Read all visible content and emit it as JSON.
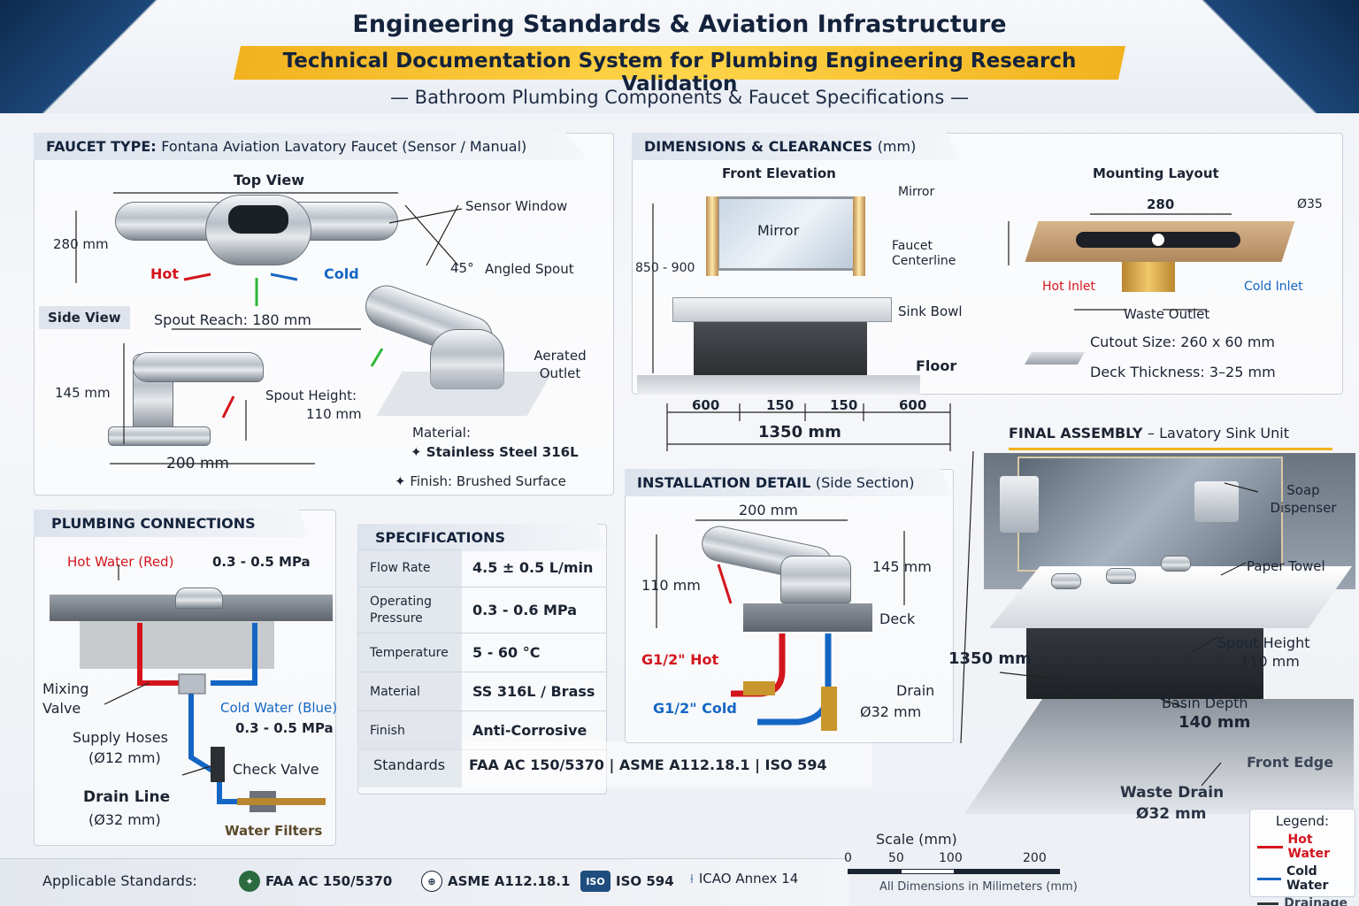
{
  "header": {
    "title": "Engineering Standards & Aviation Infrastructure",
    "subtitle": "Technical Documentation System for Plumbing Engineering Research Validation",
    "tagline": "— Bathroom Plumbing Components & Faucet Specifications —"
  },
  "faucet_panel": {
    "title_bold": "FAUCET TYPE:",
    "title_thin": "Fontana Aviation Lavatory Faucet (Sensor / Manual)",
    "top_view": "Top View",
    "sensor_window": "Sensor Window",
    "width_280": "280 mm",
    "hot": "Hot",
    "cold": "Cold",
    "angle": "45°",
    "angled_spout": "Angled Spout",
    "side_view": "Side View",
    "spout_reach": "Spout Reach: 180 mm",
    "height_145": "145 mm",
    "spout_height_label": "Spout Height:",
    "spout_height_value": "110 mm",
    "base_200": "200 mm",
    "aerated_outlet": "Aerated Outlet",
    "material_title": "Material:",
    "material_value": "Stainless Steel 316L",
    "finish": "Finish: Brushed Surface"
  },
  "dimensions_panel": {
    "title_bold": "DIMENSIONS & CLEARANCES",
    "title_thin": "(mm)",
    "front_elevation": "Front Elevation",
    "mirror_callout": "Mirror",
    "mirror_inside": "Mirror",
    "height_range": "850 - 900",
    "faucet_centerline": "Faucet Centerline",
    "sink_bowl": "Sink Bowl",
    "floor": "Floor",
    "segments": [
      "600",
      "150",
      "150",
      "600"
    ],
    "total": "1350 mm",
    "mounting_layout": "Mounting Layout",
    "mount_width": "280",
    "diameter": "Ø35",
    "hot_inlet": "Hot Inlet",
    "cold_inlet": "Cold Inlet",
    "waste_outlet": "Waste Outlet",
    "cutout": "Cutout Size:  260 x 60 mm",
    "deck": "Deck Thickness:  3–25 mm"
  },
  "plumbing_panel": {
    "title": "PLUMBING CONNECTIONS",
    "hot_water": "Hot Water (Red)",
    "hot_pressure": "0.3 - 0.5 MPa",
    "mixing_valve": "Mixing Valve",
    "cold_water": "Cold Water (Blue)",
    "cold_pressure": "0.3 - 0.5 MPa",
    "supply_hoses": "Supply Hoses",
    "supply_dia": "(Ø12 mm)",
    "check_valve": "Check Valve",
    "drain_line": "Drain Line",
    "drain_dia": "(Ø32 mm)",
    "water_filters": "Water Filters"
  },
  "specifications": {
    "title": "SPECIFICATIONS",
    "rows": [
      {
        "k": "Flow Rate",
        "v": "4.5 ± 0.5 L/min"
      },
      {
        "k": "Operating Pressure",
        "v": "0.3 - 0.6 MPa"
      },
      {
        "k": "Temperature",
        "v": "5 - 60 °C"
      },
      {
        "k": "Material",
        "v": "SS 316L / Brass"
      },
      {
        "k": "Finish",
        "v": "Anti-Corrosive"
      }
    ],
    "standards_label": "Standards",
    "standards_value": "FAA AC 150/5370  |  ASME A112.18.1  |  ISO 594"
  },
  "installation_panel": {
    "title_bold": "INSTALLATION DETAIL",
    "title_thin": "(Side Section)",
    "width_200": "200 mm",
    "height_110": "110 mm",
    "height_145": "145 mm",
    "deck": "Deck",
    "hot_conn": "G1/2\" Hot",
    "cold_conn": "G1/2\" Cold",
    "drain": "Drain",
    "drain_dia": "Ø32 mm"
  },
  "assembly_panel": {
    "title_bold": "FINAL ASSEMBLY",
    "title_thin": "– Lavatory Sink Unit",
    "soap": "Soap Dispenser",
    "paper_towel": "Paper Towel",
    "length": "1350 mm",
    "spout_height": "Spout Height",
    "spout_height_value": "110 mm",
    "basin_depth": "Basin Depth",
    "basin_depth_value": "140 mm",
    "front_edge": "Front Edge",
    "waste_drain": "Waste Drain",
    "waste_drain_dia": "Ø32 mm"
  },
  "footer": {
    "label": "Applicable Standards:",
    "items": [
      "FAA AC 150/5370",
      "ASME A112.18.1",
      "ISO 594",
      "ICAO Annex 14"
    ],
    "scale_title": "Scale (mm)",
    "scale_ticks": [
      "0",
      "50",
      "100",
      "200"
    ],
    "scale_note": "All Dimensions in Milimeters (mm)"
  },
  "legend": {
    "title": "Legend:",
    "items": [
      {
        "label": "Hot Water",
        "color": "#d4141c"
      },
      {
        "label": "Cold Water",
        "color": "#1566c4"
      },
      {
        "label": "Drainage",
        "color": "#333333"
      }
    ]
  },
  "colors": {
    "hot": "#d4141c",
    "cold": "#1566c4",
    "accent": "#f2b21e",
    "navy": "#14233c"
  }
}
